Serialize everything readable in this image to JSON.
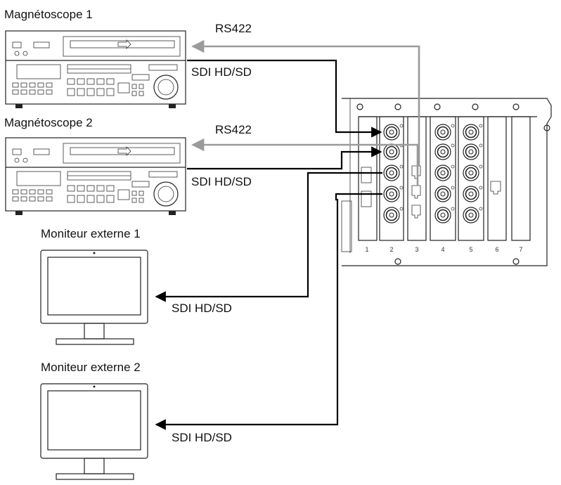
{
  "labels": {
    "vtr1": "Magnétoscope 1",
    "vtr2": "Magnétoscope 2",
    "mon1": "Moniteur externe 1",
    "mon2": "Moniteur externe 2",
    "rs422_1": "RS422",
    "rs422_2": "RS422",
    "sdi_vtr1": "SDI HD/SD",
    "sdi_vtr2": "SDI HD/SD",
    "sdi_mon1": "SDI HD/SD",
    "sdi_mon2": "SDI HD/SD"
  },
  "slots": [
    "1",
    "2",
    "3",
    "4",
    "5",
    "6",
    "7"
  ],
  "colors": {
    "sdi_cable": "#000000",
    "rs422_cable": "#9a9a9a",
    "outline": "#222222"
  }
}
